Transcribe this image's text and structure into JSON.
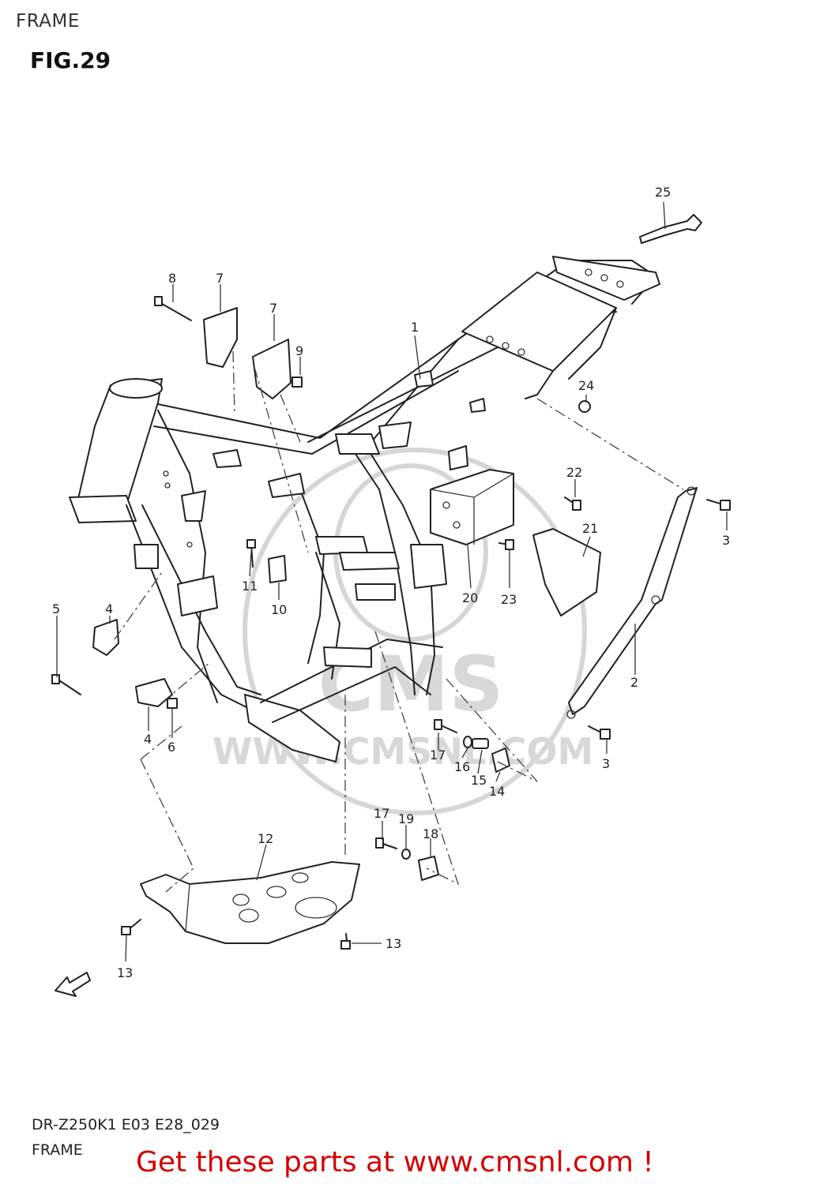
{
  "header": {
    "section": "FRAME",
    "figure": "FIG.29"
  },
  "watermark": {
    "brand": "CMS",
    "url": "WWW.CMSNL.COM"
  },
  "callouts": [
    "1",
    "2",
    "3",
    "3",
    "4",
    "4",
    "5",
    "6",
    "7",
    "7",
    "8",
    "9",
    "10",
    "11",
    "12",
    "13",
    "13",
    "14",
    "15",
    "16",
    "17",
    "17",
    "18",
    "19",
    "20",
    "21",
    "22",
    "23",
    "24",
    "25"
  ],
  "footer": {
    "reference": "DR-Z250K1 E03 E28_029",
    "title": "FRAME",
    "call_to_action": "Get these parts at www.cmsnl.com !"
  },
  "colors": {
    "cta": "#d40000",
    "lines": "#222222",
    "watermark": "#d8d8d8"
  },
  "icons": {
    "direction": "fwd-arrow-icon"
  }
}
